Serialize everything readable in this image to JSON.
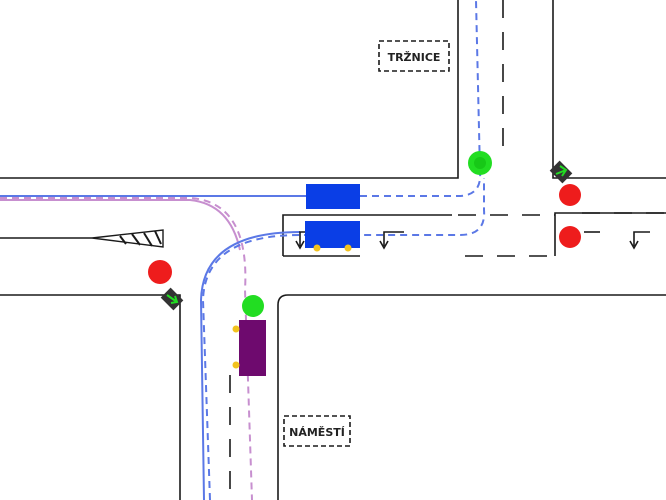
{
  "labels": {
    "north_east": "TRŽNICE",
    "south_east": "NÁMĚSTÍ"
  },
  "colors": {
    "road_line": "#1a1a1a",
    "light_red": "#ee1c1c",
    "light_green": "#22dd22",
    "blue_vehicle": "#0a3ee6",
    "purple_vehicle": "#6e0a6e",
    "blue_route": "#5b78e6",
    "purple_route": "#c78fcf",
    "indicator": "#f2c21e",
    "background": "#ffffff"
  },
  "traffic_lights": [
    {
      "name": "light-north",
      "state": "green"
    },
    {
      "name": "light-east-upper",
      "state": "red"
    },
    {
      "name": "light-east-lower",
      "state": "red"
    },
    {
      "name": "light-west",
      "state": "red"
    },
    {
      "name": "light-south",
      "state": "green"
    }
  ],
  "vehicles": [
    {
      "name": "blue-vehicle-upper",
      "color": "blue"
    },
    {
      "name": "blue-vehicle-lower",
      "color": "blue"
    },
    {
      "name": "purple-vehicle",
      "color": "purple"
    }
  ],
  "icons": [
    "green-arrow-signal-icon",
    "left-turn-arrow-icon",
    "hatched-island-icon"
  ]
}
